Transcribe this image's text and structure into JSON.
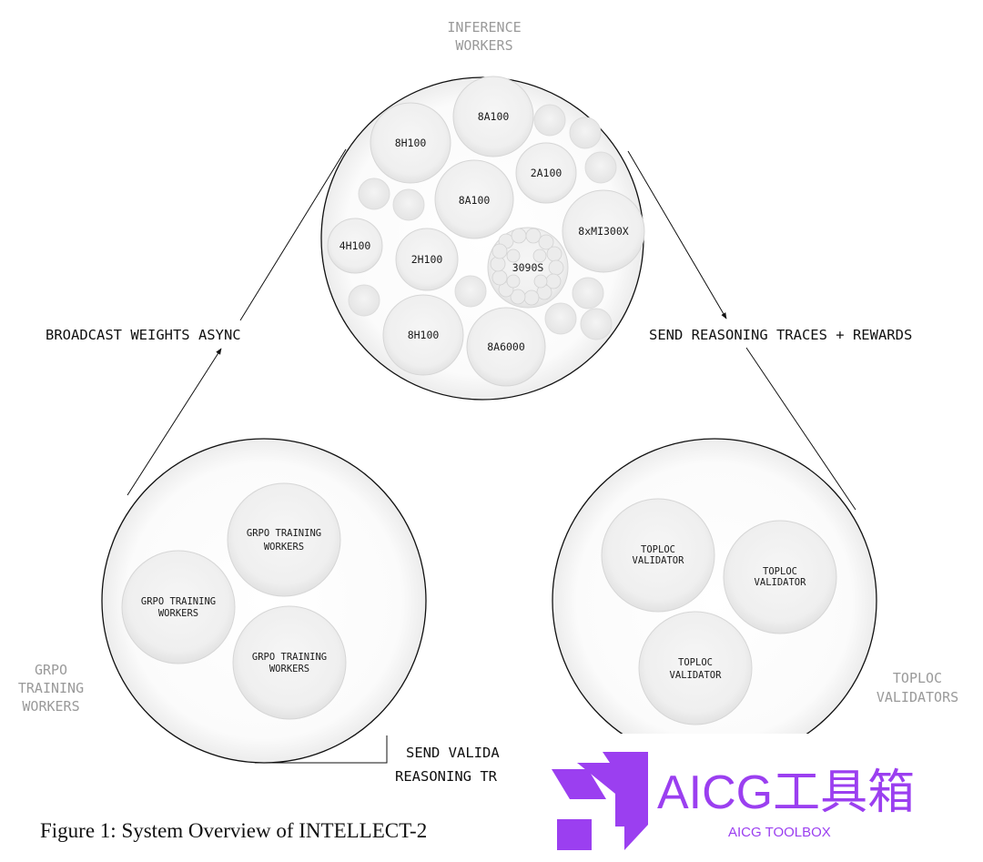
{
  "labels": {
    "inference": [
      "INFERENCE",
      "WORKERS"
    ],
    "broadcast": "BROADCAST WEIGHTS ASYNC",
    "send_traces": "SEND REASONING TRACES + REWARDS",
    "grpo_group": [
      "GRPO",
      "TRAINING",
      "WORKERS"
    ],
    "toploc_group": [
      "TOPLOC",
      "VALIDATORS"
    ],
    "send_validated": [
      "SEND VALIDA",
      "REASONING TR"
    ]
  },
  "inference_nodes": [
    "8A100",
    "8H100",
    "2A100",
    "8A100",
    "4H100",
    "2H100",
    "3090S",
    "8xMI300X",
    "8H100",
    "8A6000"
  ],
  "grpo_nodes": [
    [
      "GRPO TRAINING",
      "WORKERS"
    ],
    [
      "GRPO TRAINING",
      "WORKERS"
    ],
    [
      "GRPO TRAINING",
      "WORKERS"
    ]
  ],
  "toploc_nodes": [
    [
      "TOPLOC",
      "VALIDATOR"
    ],
    [
      "TOPLOC",
      "VALIDATOR"
    ],
    [
      "TOPLOC",
      "VALIDATOR"
    ]
  ],
  "caption": {
    "prefix": "Figure 1: System Overview of ",
    "name": "INTELLECT-2"
  },
  "watermark": {
    "main": "AICG工具箱",
    "sub": "AICG TOOLBOX",
    "color": "#9b3ff0"
  }
}
